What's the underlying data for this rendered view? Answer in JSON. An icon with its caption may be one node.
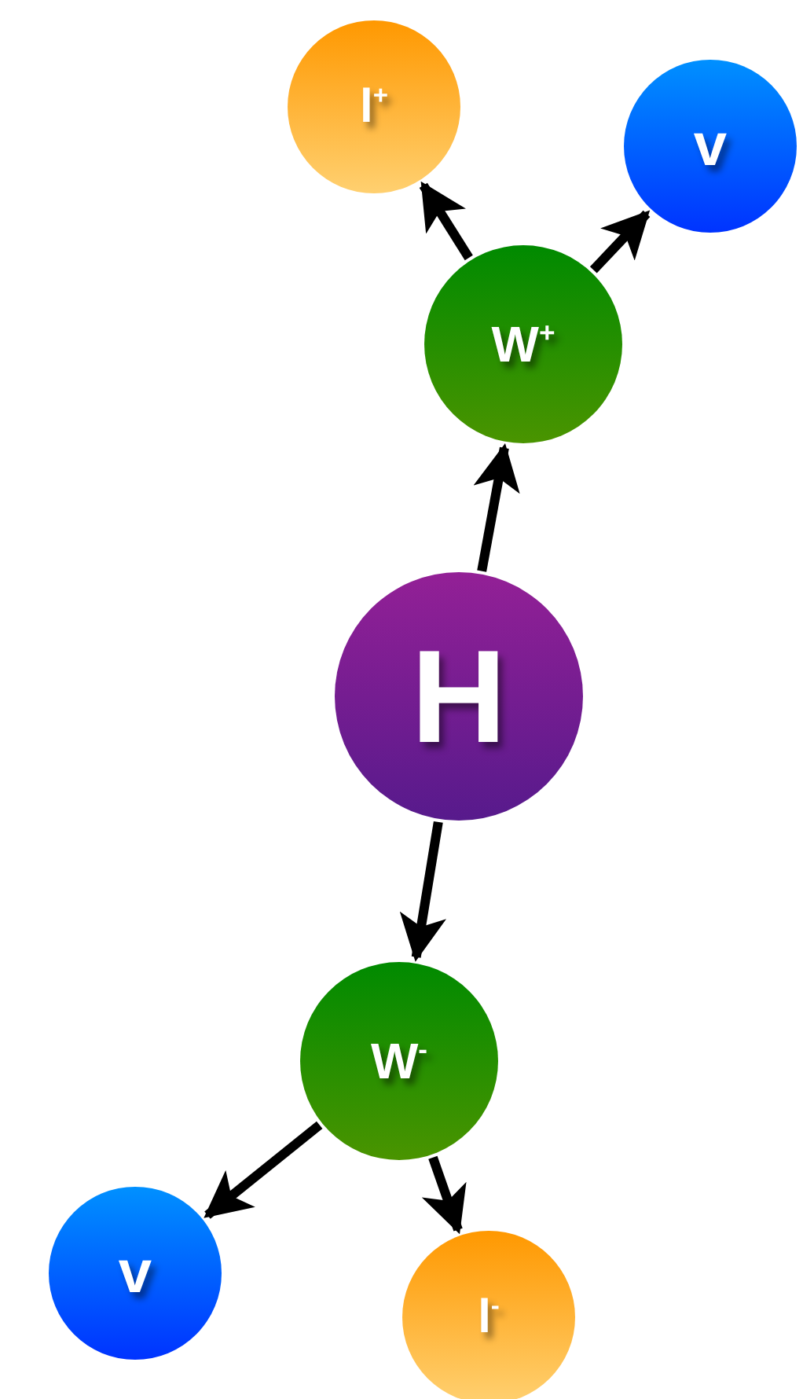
{
  "diagram": {
    "nodes": [
      {
        "text": [
          "l$^{+}$"
        ]
      },
      {
        "text": [
          "v"
        ]
      },
      {
        "text": [
          "W$^{+}$"
        ]
      },
      {
        "text": [
          "H"
        ]
      },
      {
        "text": [
          "W$^{-}$"
        ]
      },
      {
        "text": [
          "v"
        ]
      },
      {
        "text": [
          "l$^{-}$"
        ]
      }
    ],
    "edges": [
      {
        "from": 3,
        "to": 2,
        "arrow": "to"
      },
      {
        "from": 2,
        "to": 0,
        "arrow": "to"
      },
      {
        "from": 2,
        "to": 1,
        "arrow": "to"
      },
      {
        "from": 3,
        "to": 4,
        "arrow": "to"
      },
      {
        "from": 4,
        "to": 5,
        "arrow": "to"
      },
      {
        "from": 4,
        "to": 6,
        "arrow": "to"
      }
    ]
  }
}
